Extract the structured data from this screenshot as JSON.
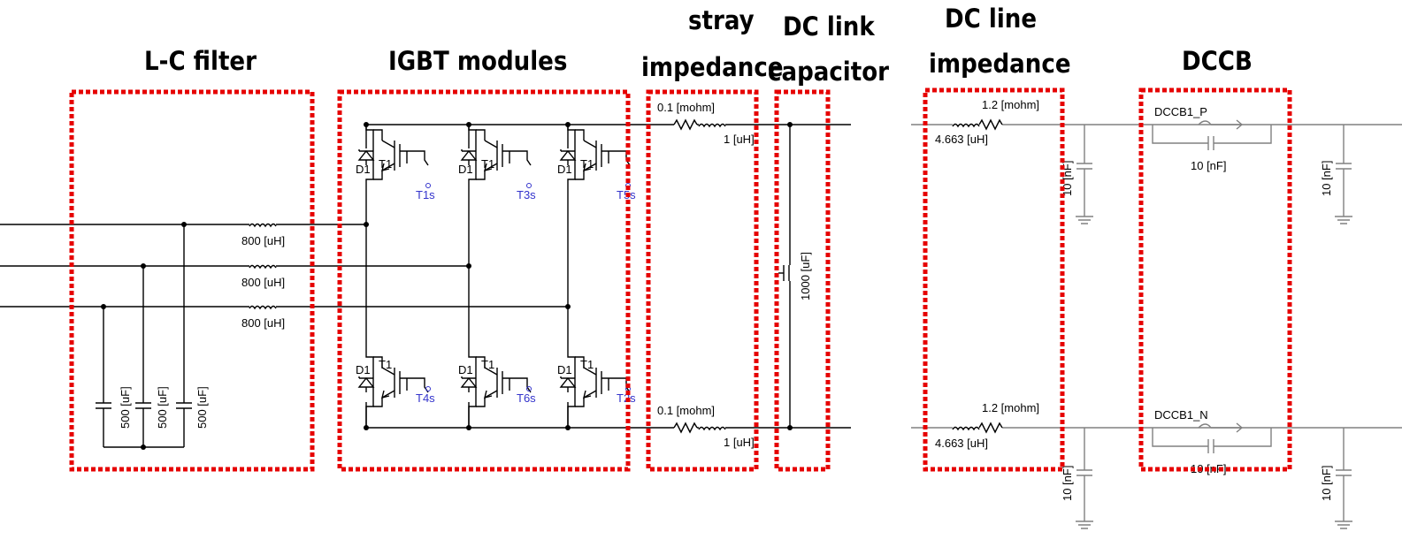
{
  "headers": {
    "lc_filter": "L-C  filter",
    "igbt_modules": "IGBT  modules",
    "stray_1": "stray",
    "stray_2": "impedance",
    "dclink_1": "DC  link",
    "dclink_2": "capacitor",
    "dcline_1": "DC  line",
    "dcline_2": "impedance",
    "dccb": "DCCB"
  },
  "filter": {
    "inductor_1": "800 [uH]",
    "inductor_2": "800 [uH]",
    "inductor_3": "800 [uH]",
    "cap_1": "500 [uF]",
    "cap_2": "500 [uF]",
    "cap_3": "500 [uF]"
  },
  "igbt": {
    "diode_label": "D1",
    "transistor_label": "T1",
    "gates": [
      "T1s",
      "T3s",
      "T5s",
      "T4s",
      "T6s",
      "T2s"
    ]
  },
  "stray": {
    "r_top": "0.1 [mohm]",
    "l_top": "1 [uH]",
    "r_bot": "0.1 [mohm]",
    "l_bot": "1 [uH]"
  },
  "dclink": {
    "cap": "1000 [uF]"
  },
  "dcline": {
    "r_top": "1.2 [mohm]",
    "l_top": "4.663 [uH]",
    "r_bot": "1.2 [mohm]",
    "l_bot": "4.663 [uH]",
    "shunt_top": "10 [nF]",
    "shunt_bot": "10 [nF]"
  },
  "dccb": {
    "p_name": "DCCB1_P",
    "n_name": "DCCB1_N",
    "p_cap": "10 [nF]",
    "n_cap": "10 [nF]",
    "shunt_top": "10 [nF]",
    "shunt_bot": "10 [nF]"
  }
}
